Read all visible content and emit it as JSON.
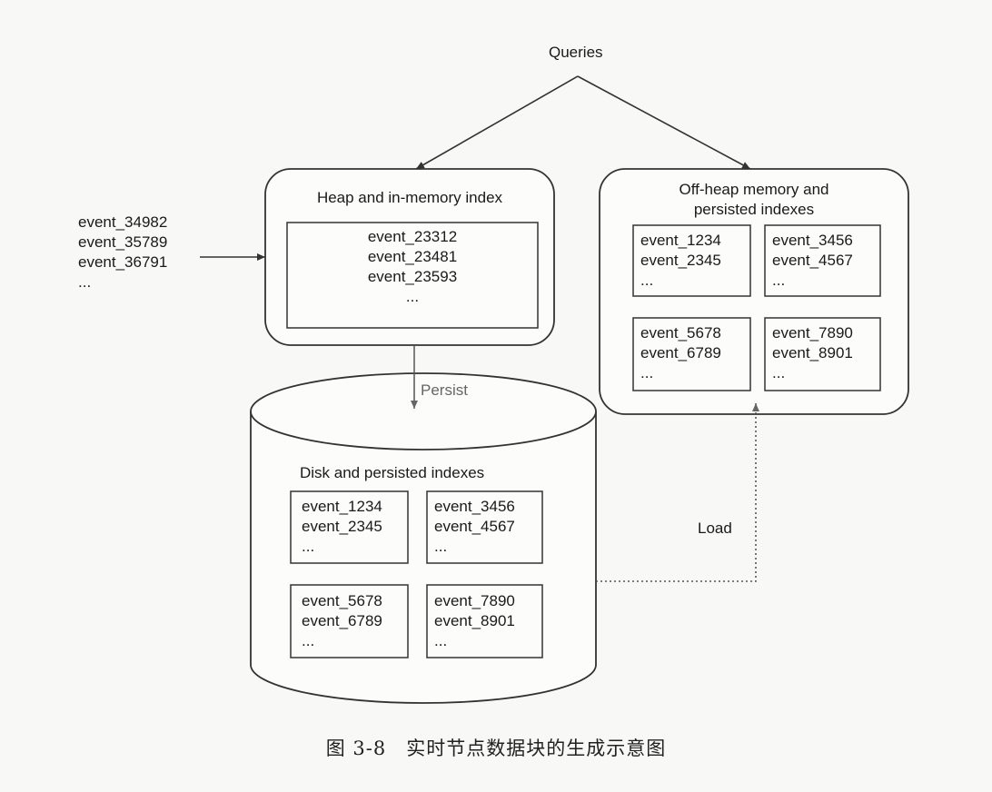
{
  "queries_label": "Queries",
  "incoming_events": [
    "event_34982",
    "event_35789",
    "event_36791",
    "..."
  ],
  "heap": {
    "title": "Heap and in-memory index",
    "events": [
      "event_23312",
      "event_23481",
      "event_23593",
      "..."
    ]
  },
  "persist_label": "Persist",
  "offheap": {
    "title_line1": "Off-heap memory and",
    "title_line2": "persisted indexes",
    "blocks": [
      [
        "event_1234",
        "event_2345",
        "..."
      ],
      [
        "event_3456",
        "event_4567",
        "..."
      ],
      [
        "event_5678",
        "event_6789",
        "..."
      ],
      [
        "event_7890",
        "event_8901",
        "..."
      ]
    ]
  },
  "disk": {
    "title": "Disk and persisted indexes",
    "blocks": [
      [
        "event_1234",
        "event_2345",
        "..."
      ],
      [
        "event_3456",
        "event_4567",
        "..."
      ],
      [
        "event_5678",
        "event_6789",
        "..."
      ],
      [
        "event_7890",
        "event_8901",
        "..."
      ]
    ]
  },
  "load_label": "Load",
  "caption": "图 3-8　实时节点数据块的生成示意图"
}
